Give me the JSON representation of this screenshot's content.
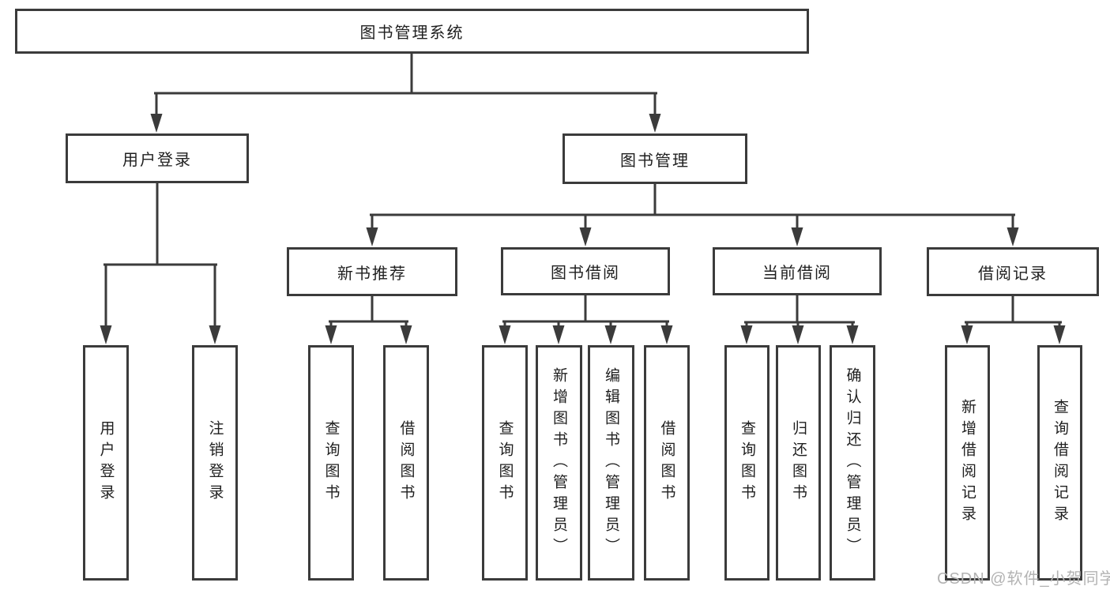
{
  "diagram": {
    "title_node": {
      "label": "图书管理系统"
    },
    "level2": [
      {
        "label": "用户登录"
      },
      {
        "label": "图书管理"
      }
    ],
    "level3": [
      {
        "label": "新书推荐",
        "parent": "图书管理"
      },
      {
        "label": "图书借阅",
        "parent": "图书管理"
      },
      {
        "label": "当前借阅",
        "parent": "图书管理"
      },
      {
        "label": "借阅记录",
        "parent": "图书管理"
      }
    ],
    "leaves": [
      {
        "label": "用户登录",
        "parent": "用户登录"
      },
      {
        "label": "注销登录",
        "parent": "用户登录"
      },
      {
        "label": "查询图书",
        "parent": "新书推荐"
      },
      {
        "label": "借阅图书",
        "parent": "新书推荐"
      },
      {
        "label": "查询图书",
        "parent": "图书借阅"
      },
      {
        "label": "新增图书（管理员）",
        "parent": "图书借阅"
      },
      {
        "label": "编辑图书（管理员）",
        "parent": "图书借阅"
      },
      {
        "label": "借阅图书",
        "parent": "图书借阅"
      },
      {
        "label": "查询图书",
        "parent": "当前借阅"
      },
      {
        "label": "归还图书",
        "parent": "当前借阅"
      },
      {
        "label": "确认归还（管理员）",
        "parent": "当前借阅"
      },
      {
        "label": "新增借阅记录",
        "parent": "借阅记录"
      },
      {
        "label": "查询借阅记录",
        "parent": "借阅记录"
      }
    ],
    "line_color": "#3b3b3b",
    "text_color": "#1f1f1f",
    "background_color": "#ffffff"
  },
  "watermark": {
    "text": "CSDN @软件_小贺同学",
    "color": "#b3b3b3"
  }
}
